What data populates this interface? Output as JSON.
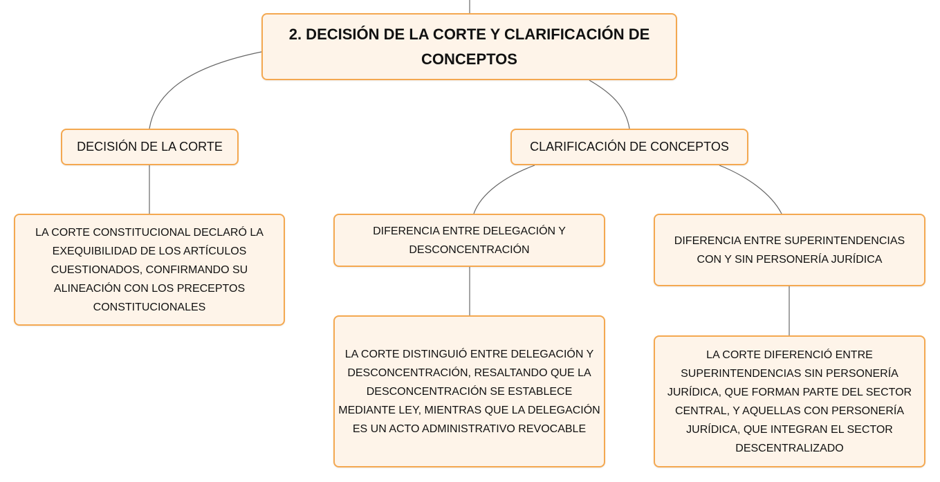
{
  "root": {
    "title": "2. DECISIÓN DE LA CORTE Y CLARIFICACIÓN DE CONCEPTOS"
  },
  "branches": {
    "decision": {
      "label": "DECISIÓN DE LA CORTE",
      "detail": "LA CORTE CONSTITUCIONAL DECLARÓ LA EXEQUIBILIDAD DE LOS ARTÍCULOS CUESTIONADOS, CONFIRMANDO SU ALINEACIÓN CON LOS PRECEPTOS CONSTITUCIONALES"
    },
    "clarification": {
      "label": "CLARIFICACIÓN DE CONCEPTOS",
      "children": [
        {
          "label": "DIFERENCIA ENTRE DELEGACIÓN Y DESCONCENTRACIÓN",
          "detail": "LA CORTE DISTINGUIÓ ENTRE DELEGACIÓN Y DESCONCENTRACIÓN, RESALTANDO QUE LA DESCONCENTRACIÓN SE ESTABLECE MEDIANTE LEY, MIENTRAS QUE LA DELEGACIÓN ES UN ACTO ADMINISTRATIVO REVOCABLE"
        },
        {
          "label": "DIFERENCIA ENTRE SUPERINTENDENCIAS CON Y SIN PERSONERÍA JURÍDICA",
          "detail": "LA CORTE DIFERENCIÓ ENTRE SUPERINTENDENCIAS SIN PERSONERÍA JURÍDICA, QUE FORMAN PARTE DEL SECTOR CENTRAL, Y AQUELLAS CON PERSONERÍA JURÍDICA, QUE INTEGRAN EL SECTOR DESCENTRALIZADO"
        }
      ]
    }
  },
  "colors": {
    "node_fill": "#fef4e9",
    "node_border": "#f4a850",
    "connector": "#666666"
  }
}
